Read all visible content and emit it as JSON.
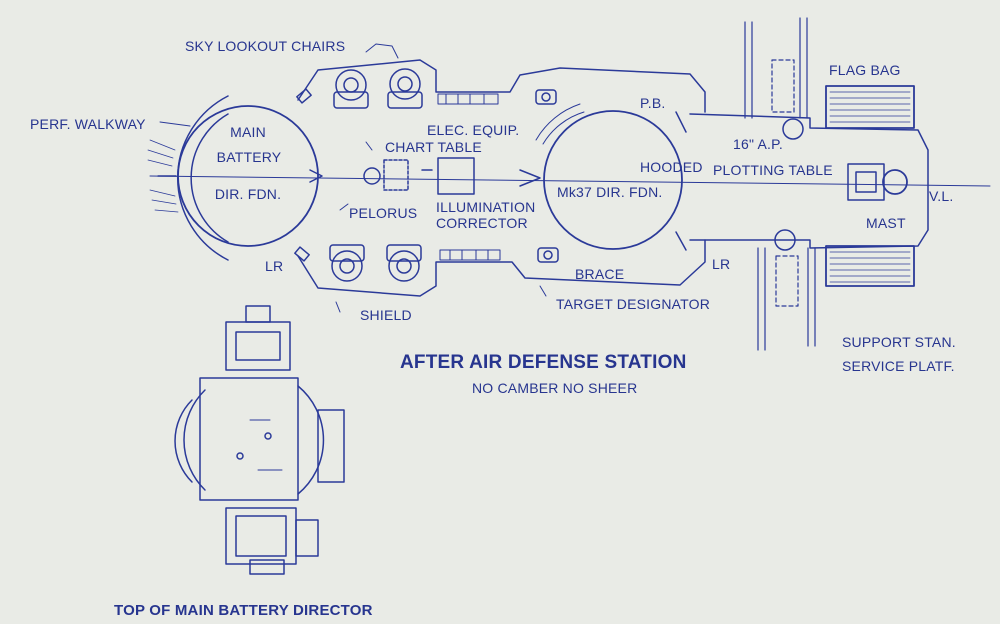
{
  "diagram": {
    "title": "AFTER AIR DEFENSE STATION",
    "subtitle": "NO CAMBER NO SHEER",
    "bottom_caption": "TOP OF MAIN BATTERY DIRECTOR",
    "colors": {
      "line": "#2b3a99",
      "text": "#27358f",
      "paper": "#e9ebe6",
      "fill": "#c9cde6"
    },
    "labels": {
      "sky_lookout_chairs": "SKY LOOKOUT CHAIRS",
      "perf_walkway": "PERF. WALKWAY",
      "main_battery_1": "MAIN",
      "main_battery_2": "BATTERY",
      "dir_fdn": "DIR. FDN.",
      "chart_table": "CHART TABLE",
      "elec_equip": "ELEC. EQUIP.",
      "pelorus": "PELORUS",
      "illumination": "ILLUMINATION",
      "corrector": "CORRECTOR",
      "mk37": "Mk37 DIR. FDN.",
      "pb": "P.B.",
      "ap16": "16\" A.P.",
      "hooded": "HOODED",
      "plotting_table": "PLOTTING TABLE",
      "flag_bag": "FLAG BAG",
      "vl": "V.L.",
      "mast": "MAST",
      "lr_left": "LR",
      "lr_right": "LR",
      "shield": "SHIELD",
      "brace": "BRACE",
      "target_designator": "TARGET DESIGNATOR",
      "support_stan": "SUPPORT STAN.",
      "service_platf": "SERVICE PLATF."
    }
  }
}
